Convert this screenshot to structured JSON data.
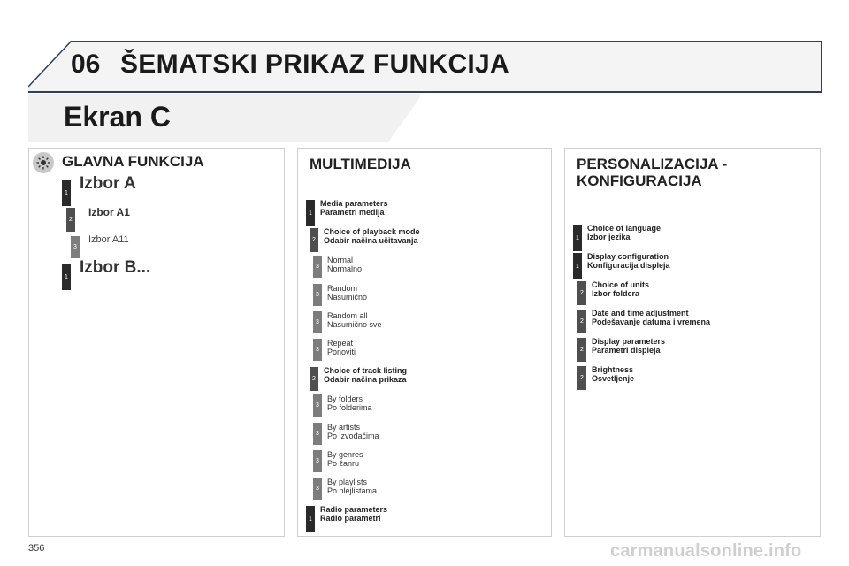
{
  "header": {
    "chapter": "06",
    "title": "ŠEMATSKI PRIKAZ FUNKCIJA"
  },
  "subtitle": "Ekran C",
  "icons": {
    "main_function": "settings-sun-icon"
  },
  "colors": {
    "frame": "#2e3f5f",
    "level1": "#2a2a2a",
    "level2": "#4f4f4f",
    "level3": "#7d7d7d"
  },
  "panels": {
    "main": {
      "title": "GLAVNA FUNKCIJA",
      "items": [
        {
          "level": "1",
          "label": "Izbor A"
        },
        {
          "level": "2",
          "label": "Izbor A1"
        },
        {
          "level": "3",
          "label": "Izbor A11"
        },
        {
          "level": "1",
          "label": "Izbor B..."
        }
      ]
    },
    "multimedia": {
      "title": "MULTIMEDIJA",
      "items": [
        {
          "level": "1",
          "line1": "Media parameters",
          "line2": "Parametri medija"
        },
        {
          "level": "2",
          "line1": "Choice of playback mode",
          "line2": "Odabir načina učitavanja"
        },
        {
          "level": "3",
          "line1": "Normal",
          "line2": "Normalno"
        },
        {
          "level": "3",
          "line1": "Random",
          "line2": "Nasumično"
        },
        {
          "level": "3",
          "line1": "Random all",
          "line2": "Nasumično sve"
        },
        {
          "level": "3",
          "line1": "Repeat",
          "line2": "Ponoviti"
        },
        {
          "level": "2",
          "line1": "Choice of track listing",
          "line2": "Odabir načina prikaza"
        },
        {
          "level": "3",
          "line1": "By folders",
          "line2": "Po folderima"
        },
        {
          "level": "3",
          "line1": "By artists",
          "line2": "Po izvođačima"
        },
        {
          "level": "3",
          "line1": "By genres",
          "line2": "Po žanru"
        },
        {
          "level": "3",
          "line1": "By playlists",
          "line2": "Po plejlistama"
        },
        {
          "level": "1",
          "line1": "Radio parameters",
          "line2": "Radio parametri"
        }
      ]
    },
    "personalization": {
      "title_line1": "PERSONALIZACIJA -",
      "title_line2": "KONFIGURACIJA",
      "items": [
        {
          "level": "1",
          "line1": "Choice of language",
          "line2": "Izbor jezika"
        },
        {
          "level": "1",
          "line1": "Display configuration",
          "line2": "Konfiguracija displeja"
        },
        {
          "level": "2",
          "line1": "Choice of units",
          "line2": "Izbor foldera"
        },
        {
          "level": "2",
          "line1": "Date and time adjustment",
          "line2": "Podešavanje datuma i vremena"
        },
        {
          "level": "2",
          "line1": "Display parameters",
          "line2": "Parametri displeja"
        },
        {
          "level": "2",
          "line1": "Brightness",
          "line2": "Osvetljenje"
        }
      ]
    }
  },
  "footer": {
    "page_number": "356",
    "watermark": "carmanualsonline.info"
  }
}
